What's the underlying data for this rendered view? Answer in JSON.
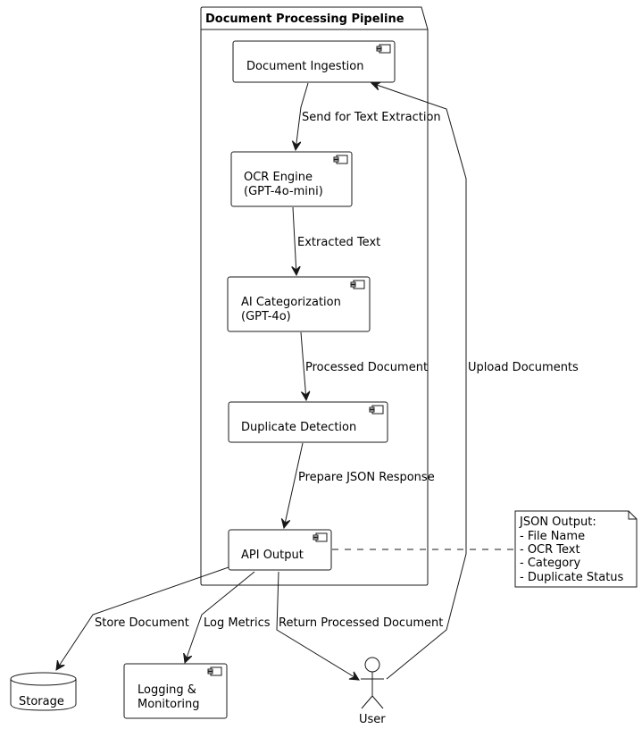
{
  "package": {
    "title": "Document Processing Pipeline"
  },
  "components": {
    "ingestion": {
      "lines": [
        "Document Ingestion"
      ]
    },
    "ocr": {
      "lines": [
        "OCR Engine",
        "(GPT-4o-mini)"
      ]
    },
    "categorization": {
      "lines": [
        "AI Categorization",
        "(GPT-4o)"
      ]
    },
    "duplicate": {
      "lines": [
        "Duplicate Detection"
      ]
    },
    "api_output": {
      "lines": [
        "API Output"
      ]
    },
    "logging": {
      "lines": [
        "Logging &",
        "Monitoring"
      ]
    }
  },
  "database": {
    "label": "Storage"
  },
  "actor": {
    "label": "User"
  },
  "note": {
    "lines": [
      "JSON Output:",
      "- File Name",
      "- OCR Text",
      "- Category",
      "- Duplicate Status"
    ]
  },
  "edges": {
    "send_for_text_extraction": "Send for Text Extraction",
    "extracted_text": "Extracted Text",
    "processed_document": "Processed Document",
    "prepare_json_response": "Prepare JSON Response",
    "store_document": "Store Document",
    "log_metrics": "Log Metrics",
    "return_processed_document": "Return Processed Document",
    "upload_documents": "Upload Documents"
  }
}
